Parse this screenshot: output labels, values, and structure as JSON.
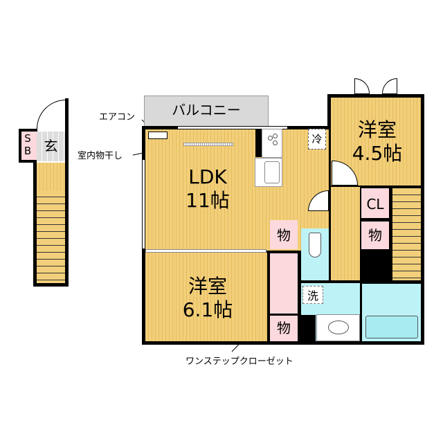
{
  "rooms": {
    "balcony": "バルコニー",
    "ldk": {
      "name": "LDK",
      "size": "11帖"
    },
    "western_room_1": {
      "name": "洋室",
      "size": "4.5帖"
    },
    "western_room_2": {
      "name": "洋室",
      "size": "6.1帖"
    },
    "closet": "CL",
    "storage": "物",
    "fridge": "冷",
    "washroom": "洗",
    "entrance": "玄",
    "shoe_box": "SB"
  },
  "annotations": {
    "air_conditioner": "エアコン",
    "indoor_drying": "室内物干し",
    "one_step_closet": "ワンステップクローゼット"
  },
  "colors": {
    "floor": "#f2cf7a",
    "storage": "#fcd9dc",
    "wet_area": "#bdf3f7",
    "balcony": "#d9d9d9"
  }
}
